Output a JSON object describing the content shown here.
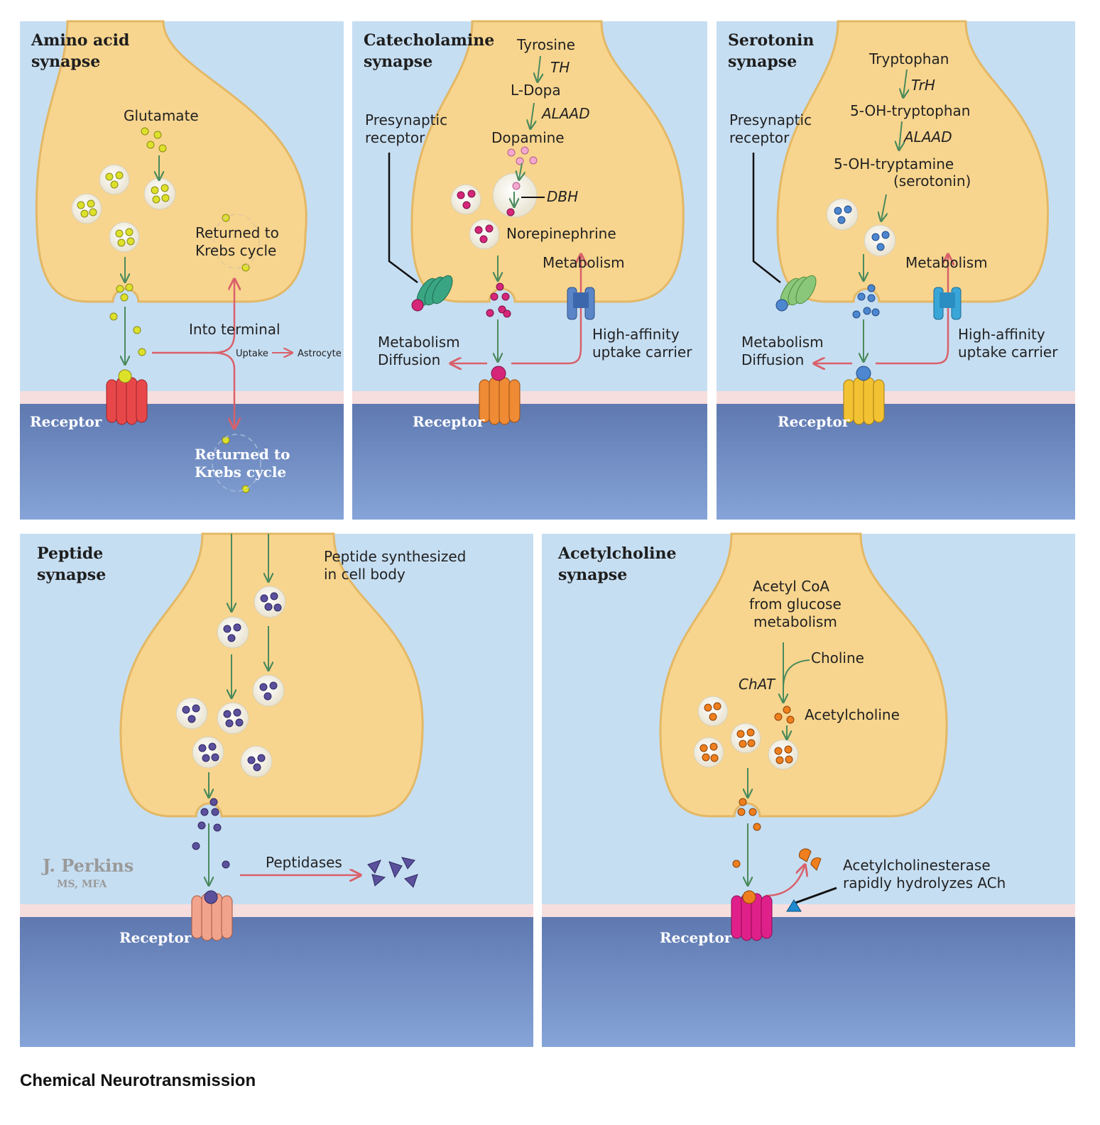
{
  "caption": "Chemical Neurotransmission",
  "signature": {
    "name": "J. Perkins",
    "credentials": "MS, MFA"
  },
  "colors": {
    "cleft": "#c6def2",
    "postsynaptic": "#6f8cc4",
    "terminal": "#f8d58e",
    "membrane_line": "#f6dede",
    "arrow_green": "#4a8a5c",
    "arrow_red": "#d9606a",
    "glutamate": "#dde12a",
    "norepinephrine": "#d6267a",
    "dopamine": "#f3a9cf",
    "serotonin": "#4c87cf",
    "peptide": "#5a509c",
    "acetylcholine": "#ef7f1e"
  },
  "panels": {
    "amino": {
      "title_line1": "Amino acid",
      "title_line2": "synapse",
      "glutamate": "Glutamate",
      "returned1_line1": "Returned to",
      "returned1_line2": "Krebs cycle",
      "into_terminal": "Into terminal",
      "uptake": "Uptake",
      "astrocyte": "Astrocyte",
      "returned2_line1": "Returned to",
      "returned2_line2": "Krebs cycle",
      "receptor": "Receptor",
      "receptor_color": "#e8474a"
    },
    "catecholamine": {
      "title_line1": "Catecholamine",
      "title_line2": "synapse",
      "tyrosine": "Tyrosine",
      "th": "TH",
      "ldopa": "L-Dopa",
      "alaad": "ALAAD",
      "dopamine": "Dopamine",
      "dbh": "DBH",
      "presyn_line1": "Presynaptic",
      "presyn_line2": "receptor",
      "norepinephrine": "Norepinephrine",
      "metabolism": "Metabolism",
      "metab_line1": "Metabolism",
      "metab_line2": "Diffusion",
      "carrier_line1": "High-affinity",
      "carrier_line2": "uptake carrier",
      "receptor": "Receptor",
      "receptor_color": "#ef8a35",
      "presyn_color": "#3aa583",
      "carrier_color": "#5a86c8"
    },
    "serotonin": {
      "title_line1": "Serotonin",
      "title_line2": "synapse",
      "tryptophan": "Tryptophan",
      "trh": "TrH",
      "oh_tryptophan": "5-OH-tryptophan",
      "alaad": "ALAAD",
      "oh_tryptamine": "5-OH-tryptamine",
      "serotonin_paren": "(serotonin)",
      "presyn_line1": "Presynaptic",
      "presyn_line2": "receptor",
      "metabolism": "Metabolism",
      "metab_line1": "Metabolism",
      "metab_line2": "Diffusion",
      "carrier_line1": "High-affinity",
      "carrier_line2": "uptake carrier",
      "receptor": "Receptor",
      "receptor_color": "#f3c233",
      "presyn_color": "#8bc77a",
      "carrier_color": "#3aa6d8"
    },
    "peptide": {
      "title_line1": "Peptide",
      "title_line2": "synapse",
      "synth_line1": "Peptide synthesized",
      "synth_line2": "in cell body",
      "peptidases": "Peptidases",
      "receptor": "Receptor",
      "receptor_color": "#f2a38c"
    },
    "acetylcholine": {
      "title_line1": "Acetylcholine",
      "title_line2": "synapse",
      "acoa_line1": "Acetyl CoA",
      "acoa_line2": "from glucose",
      "acoa_line3": "metabolism",
      "choline": "Choline",
      "chat": "ChAT",
      "acetylcholine": "Acetylcholine",
      "ache_line1": "Acetylcholinesterase",
      "ache_line2": "rapidly hydrolyzes ACh",
      "receptor": "Receptor",
      "receptor_color": "#e0208a",
      "enzyme_color": "#1f8ad0"
    }
  }
}
